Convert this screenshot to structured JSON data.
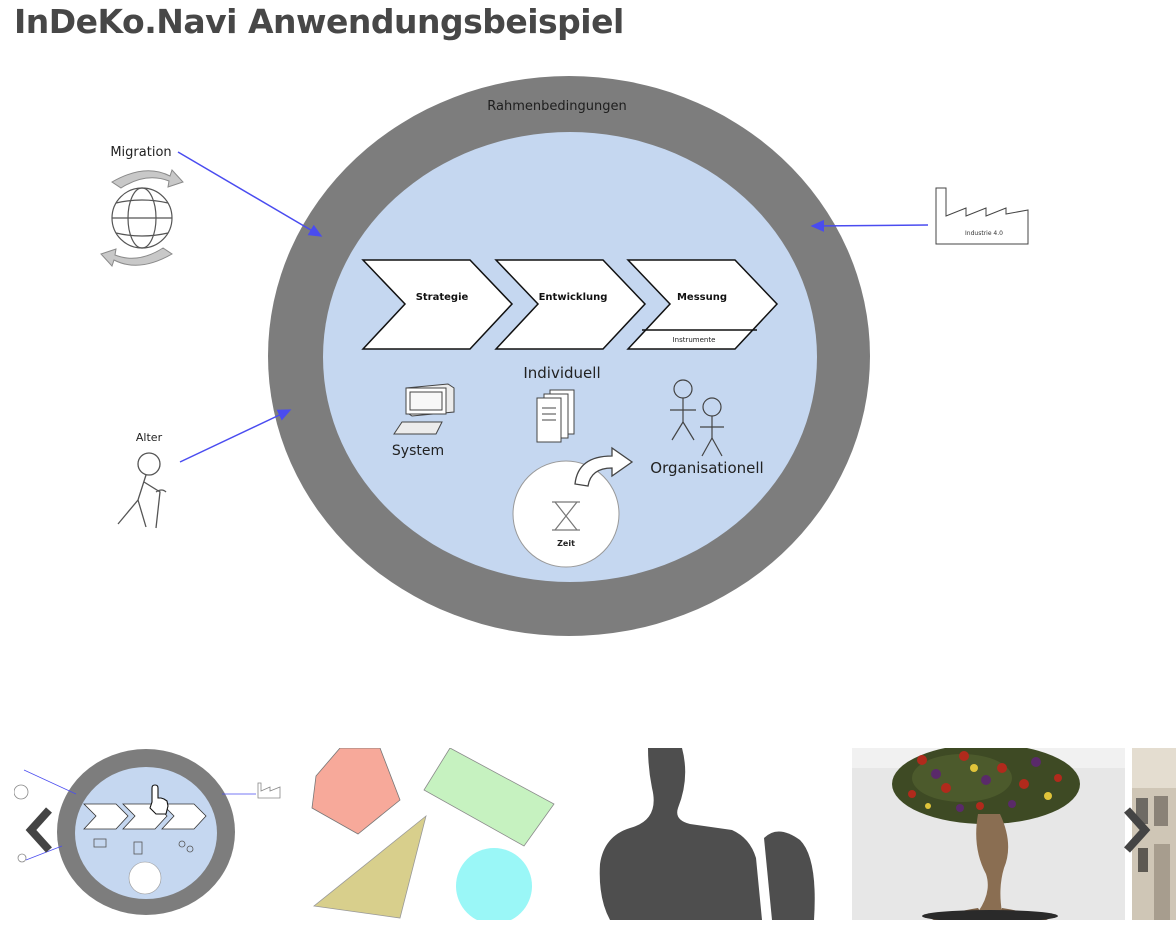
{
  "page": {
    "title": "InDeKo.Navi Anwendungsbeispiel"
  },
  "diagram": {
    "outer_ring_label": "Rahmenbedingungen",
    "migration_label": "Migration",
    "industry_label": "Industrie 4.0",
    "age_label": "Alter",
    "process_steps": [
      "Strategie",
      "Entwicklung",
      "Messung"
    ],
    "measurement_sub_label": "Instrumente",
    "individual_label": "Individuell",
    "system_label": "System",
    "organisational_label": "Organisationell",
    "time_label": "Zeit",
    "colors": {
      "ring": "#7d7d7d",
      "inner": "#c5d7f0",
      "arrows": "#4a4cf0"
    }
  },
  "carousel": {
    "prev_icon": "chevron-left-icon",
    "next_icon": "chevron-right-icon"
  }
}
